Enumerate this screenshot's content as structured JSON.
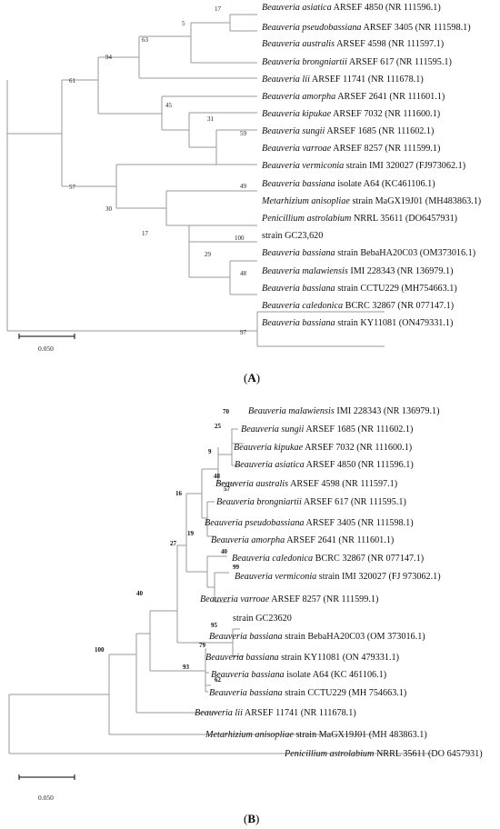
{
  "panelA": {
    "label_open": "(",
    "label_letter": "A",
    "label_close": ")",
    "scale_label": "0.050",
    "leaves": [
      {
        "species": "Beauveria asiatica",
        "rest": "ARSEF 4850 (NR 111596.1)"
      },
      {
        "species": "Beauveria pseudobassiana",
        "rest": "ARSEF 3405 (NR 111598.1)"
      },
      {
        "species": "Beauveria australis",
        "rest": "ARSEF 4598 (NR 111597.1)"
      },
      {
        "species": "Beauveria brongniartii",
        "rest": "ARSEF 617 (NR 111595.1)"
      },
      {
        "species": "Beauveria lii",
        "rest": "ARSEF 11741 (NR 111678.1)"
      },
      {
        "species": "Beauveria amorpha",
        "rest": "ARSEF 2641 (NR 111601.1)"
      },
      {
        "species": "Beauveria kipukae",
        "rest": "ARSEF 7032 (NR 111600.1)"
      },
      {
        "species": "Beauveria sungii",
        "rest": "ARSEF 1685 (NR 111602.1)"
      },
      {
        "species": "Beauveria varroae",
        "rest": "ARSEF 8257 (NR 111599.1)"
      },
      {
        "species": "Beauveria vermiconia",
        "rest": "strain IMI 320027 (FJ973062.1)"
      },
      {
        "species": "Beauveria bassiana",
        "rest": "isolate A64 (KC461106.1)"
      },
      {
        "species": "Metarhizium anisopliae",
        "rest": "strain MaGX19J01 (MH483863.1)"
      },
      {
        "species": "Penicillium astrolabium",
        "rest": "NRRL 35611 (DO6457931)"
      },
      {
        "species": "",
        "rest": "strain GC23,620"
      },
      {
        "species": "Beauveria bassiana",
        "rest": "strain BebaHA20C03 (OM373016.1)"
      },
      {
        "species": "Beauveria malawiensis",
        "rest": "IMI 228343 (NR 136979.1)"
      },
      {
        "species": "Beauveria bassiana",
        "rest": "strain CCTU229 (MH754663.1)"
      },
      {
        "species": "Beauveria caledonica",
        "rest": "BCRC 32867 (NR 077147.1)"
      },
      {
        "species": "Beauveria bassiana",
        "rest": "strain KY11081 (ON479331.1)"
      }
    ],
    "bootstrap": [
      "17",
      "5",
      "63",
      "94",
      "61",
      "45",
      "31",
      "59",
      "57",
      "49",
      "30",
      "17",
      "100",
      "29",
      "48",
      "97"
    ]
  },
  "panelB": {
    "label_open": "(",
    "label_letter": "B",
    "label_close": ")",
    "scale_label": "0.050",
    "leaves": [
      {
        "species": "Beauveria malawiensis",
        "rest": "IMI 228343 (NR 136979.1)"
      },
      {
        "species": "Beauveria sungii",
        "rest": "ARSEF 1685 (NR 111602.1)"
      },
      {
        "species": "Beauveria kipukae",
        "rest": "ARSEF 7032 (NR 111600.1)"
      },
      {
        "species": "Beauveria asiatica",
        "rest": "ARSEF 4850 (NR 111596.1)"
      },
      {
        "species": "Beauveria australis",
        "rest": "ARSEF 4598 (NR 111597.1)"
      },
      {
        "species": "Beauveria brongniartii",
        "rest": "ARSEF 617 (NR 111595.1)"
      },
      {
        "species": "Beauveria pseudobassiana",
        "rest": "ARSEF 3405 (NR 111598.1)"
      },
      {
        "species": "Beauveria amorpha",
        "rest": "ARSEF 2641 (NR 111601.1)"
      },
      {
        "species": "Beauveria caledonica",
        "rest": "BCRC 32867 (NR 077147.1)"
      },
      {
        "species": "Beauveria vermiconia",
        "rest": "strain IMI 320027 (FJ 973062.1)"
      },
      {
        "species": "Beauveria varroae",
        "rest": "ARSEF 8257 (NR 111599.1)"
      },
      {
        "species": "",
        "rest": "strain GC23620"
      },
      {
        "species": "Beauveria bassiana",
        "rest": "strain BebaHA20C03 (OM 373016.1)"
      },
      {
        "species": "Beauveria bassiana",
        "rest": "strain KY11081 (ON 479331.1)"
      },
      {
        "species": "Beauveria bassiana",
        "rest": "isolate A64 (KC 461106.1)"
      },
      {
        "species": "Beauveria bassiana",
        "rest": "strain CCTU229 (MH 754663.1)"
      },
      {
        "species": "Beauveria lii",
        "rest": "ARSEF 11741 (NR 111678.1)"
      },
      {
        "species": "Metarhizium anisopliae",
        "rest": "strain MaGX19J01 (MH 483863.1)"
      },
      {
        "species": "Penicillium astrolabium",
        "rest": "NRRL 35611 (DO 6457931)"
      }
    ],
    "bootstrap": [
      "70",
      "25",
      "9",
      "48",
      "57",
      "16",
      "19",
      "40",
      "99",
      "27",
      "40",
      "95",
      "79",
      "93",
      "62",
      "100"
    ]
  }
}
